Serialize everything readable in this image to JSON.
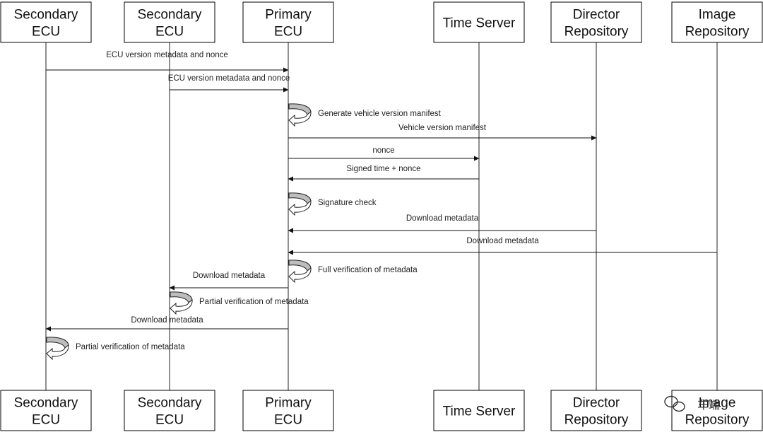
{
  "participants": [
    {
      "id": "sec1",
      "lines": [
        "Secondary",
        "ECU"
      ]
    },
    {
      "id": "sec2",
      "lines": [
        "Secondary",
        "ECU"
      ]
    },
    {
      "id": "primary",
      "lines": [
        "Primary",
        "ECU"
      ]
    },
    {
      "id": "time",
      "lines": [
        "Time Server"
      ]
    },
    {
      "id": "director",
      "lines": [
        "Director",
        "Repository"
      ]
    },
    {
      "id": "image",
      "lines": [
        "Image",
        "Repository"
      ]
    }
  ],
  "steps": [
    {
      "type": "message",
      "from": "sec1",
      "to": "primary",
      "label": "ECU version metadata and nonce"
    },
    {
      "type": "message",
      "from": "sec2",
      "to": "primary",
      "label": "ECU version metadata and nonce"
    },
    {
      "type": "self",
      "at": "primary",
      "label": "Generate vehicle version manifest"
    },
    {
      "type": "message",
      "from": "primary",
      "to": "director",
      "label": "Vehicle version manifest"
    },
    {
      "type": "message",
      "from": "primary",
      "to": "time",
      "label": "nonce"
    },
    {
      "type": "message",
      "from": "time",
      "to": "primary",
      "label": "Signed time + nonce"
    },
    {
      "type": "self",
      "at": "primary",
      "label": "Signature check"
    },
    {
      "type": "message",
      "from": "director",
      "to": "primary",
      "label": "Download metadata"
    },
    {
      "type": "message",
      "from": "image",
      "to": "primary",
      "label": "Download metadata"
    },
    {
      "type": "self",
      "at": "primary",
      "label": "Full verification of metadata"
    },
    {
      "type": "message",
      "from": "primary",
      "to": "sec2",
      "label": "Download metadata"
    },
    {
      "type": "self",
      "at": "sec2",
      "label": "Partial verification of metadata"
    },
    {
      "type": "message",
      "from": "primary",
      "to": "sec1",
      "label": "Download metadata"
    },
    {
      "type": "self",
      "at": "sec1",
      "label": "Partial verification of metadata"
    }
  ],
  "watermark": {
    "text": "车端",
    "icon": "wechat-icon"
  }
}
